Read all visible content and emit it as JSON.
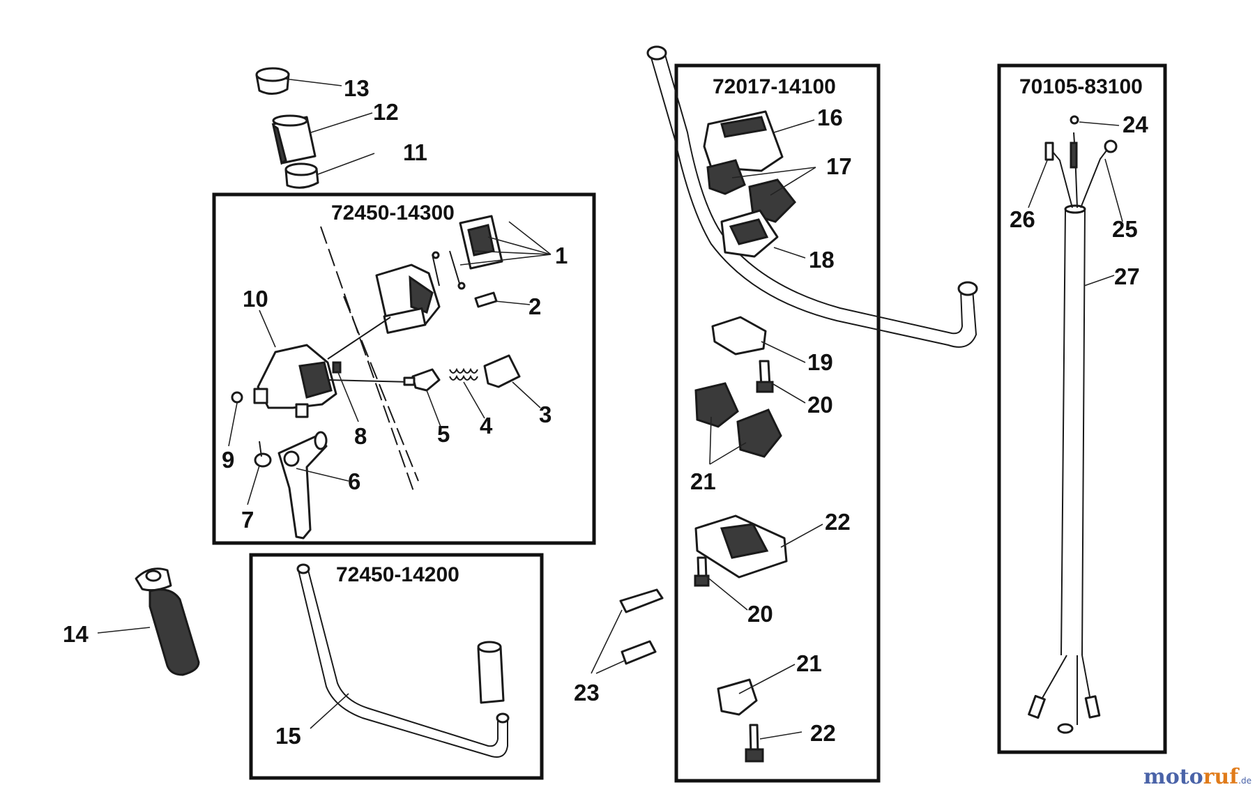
{
  "boxes": {
    "lever_assembly": "72450-14300",
    "handle_bar": "72450-14200",
    "clamp_set": "72017-14100",
    "cable_harness": "70105-83100"
  },
  "callouts": [
    "1",
    "2",
    "3",
    "4",
    "5",
    "6",
    "7",
    "8",
    "9",
    "10",
    "11",
    "12",
    "13",
    "14",
    "15",
    "16",
    "17",
    "18",
    "19",
    "20",
    "20",
    "21",
    "21",
    "22",
    "22",
    "23",
    "24",
    "25",
    "26",
    "27"
  ],
  "watermark": {
    "part_a": "moto",
    "part_b": "ruf",
    "suffix": ".de"
  }
}
